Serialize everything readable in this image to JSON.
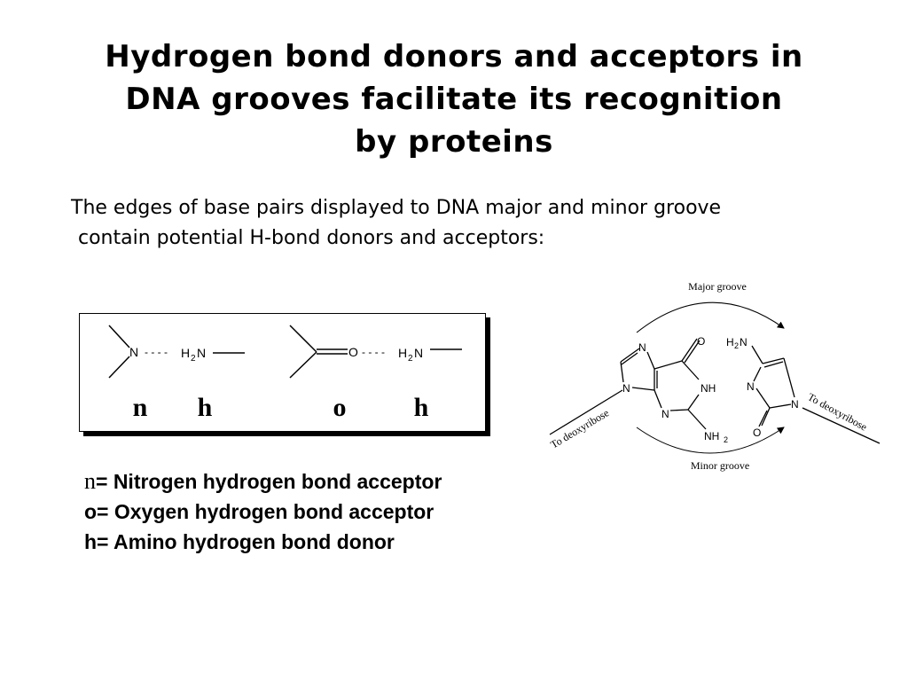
{
  "title": {
    "line1": "Hydrogen bond donors and acceptors in",
    "line2": "DNA grooves facilitate its recognition",
    "line3": "by proteins"
  },
  "intro": {
    "line1": "The edges of base pairs displayed to DNA major and minor groove",
    "line2": "contain potential H-bond donors and acceptors:"
  },
  "box": {
    "bond1": {
      "acceptor_atom": "N",
      "dashes": "- - - -",
      "donor_h": "H",
      "donor_sub": "2",
      "donor_n": "N"
    },
    "bond2": {
      "acceptor_atom": "O",
      "dashes": "- - - -",
      "donor_h": "H",
      "donor_sub": "2",
      "donor_n": "N"
    },
    "symbols": [
      "n",
      "h",
      "o",
      "h"
    ]
  },
  "legend": {
    "n_symbol": "n",
    "n_text": "= Nitrogen hydrogen bond acceptor",
    "o_line": "o= Oxygen hydrogen bond acceptor",
    "h_line": "h= Amino hydrogen bond donor"
  },
  "basepair": {
    "major_groove": "Major groove",
    "minor_groove": "Minor groove",
    "to_deoxyribose_left": "To deoxyribose",
    "to_deoxyribose_right": "To deoxyribose",
    "g_atoms": {
      "n7": "N",
      "o6": "O",
      "n9": "N",
      "n1h": "NH",
      "n3": "N",
      "nh2": "NH",
      "nh2_sub": "2"
    },
    "c_atoms": {
      "h2n_h": "H",
      "h2n_sub": "2",
      "h2n_n": "N",
      "n3": "N",
      "n1": "N",
      "o2": "O"
    }
  }
}
